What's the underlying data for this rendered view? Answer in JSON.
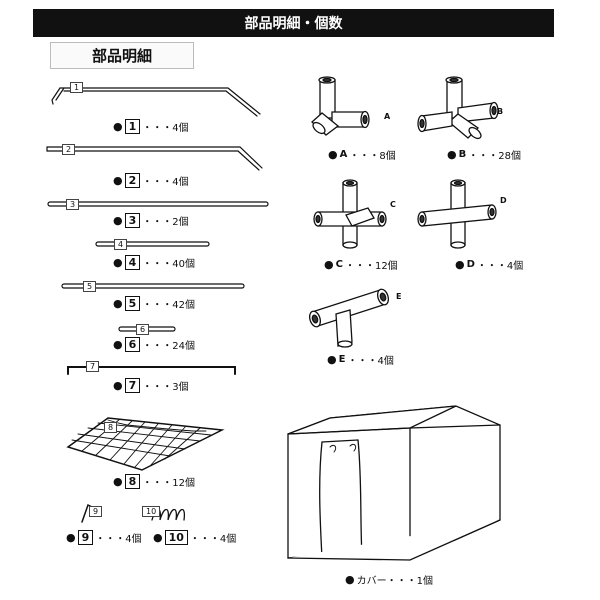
{
  "header": {
    "title": "部品明細・個数"
  },
  "section": {
    "title": "部品明細"
  },
  "glyphs": {
    "dot": "●"
  },
  "parts": [
    {
      "id": "1",
      "qty": "・・・4個"
    },
    {
      "id": "2",
      "qty": "・・・4個"
    },
    {
      "id": "3",
      "qty": "・・・2個"
    },
    {
      "id": "4",
      "qty": "・・・40個"
    },
    {
      "id": "5",
      "qty": "・・・42個"
    },
    {
      "id": "6",
      "qty": "・・・24個"
    },
    {
      "id": "7",
      "qty": "・・・3個"
    },
    {
      "id": "8",
      "qty": "・・・12個"
    },
    {
      "id": "9",
      "qty": "・・・4個"
    },
    {
      "id": "10",
      "qty": "・・・4個"
    }
  ],
  "joints": [
    {
      "id": "A",
      "qty": "・・・8個"
    },
    {
      "id": "B",
      "qty": "・・・28個"
    },
    {
      "id": "C",
      "qty": "・・・12個"
    },
    {
      "id": "D",
      "qty": "・・・4個"
    },
    {
      "id": "E",
      "qty": "・・・4個"
    }
  ],
  "cover": {
    "label": "カバー",
    "qty": "・・・1個"
  }
}
